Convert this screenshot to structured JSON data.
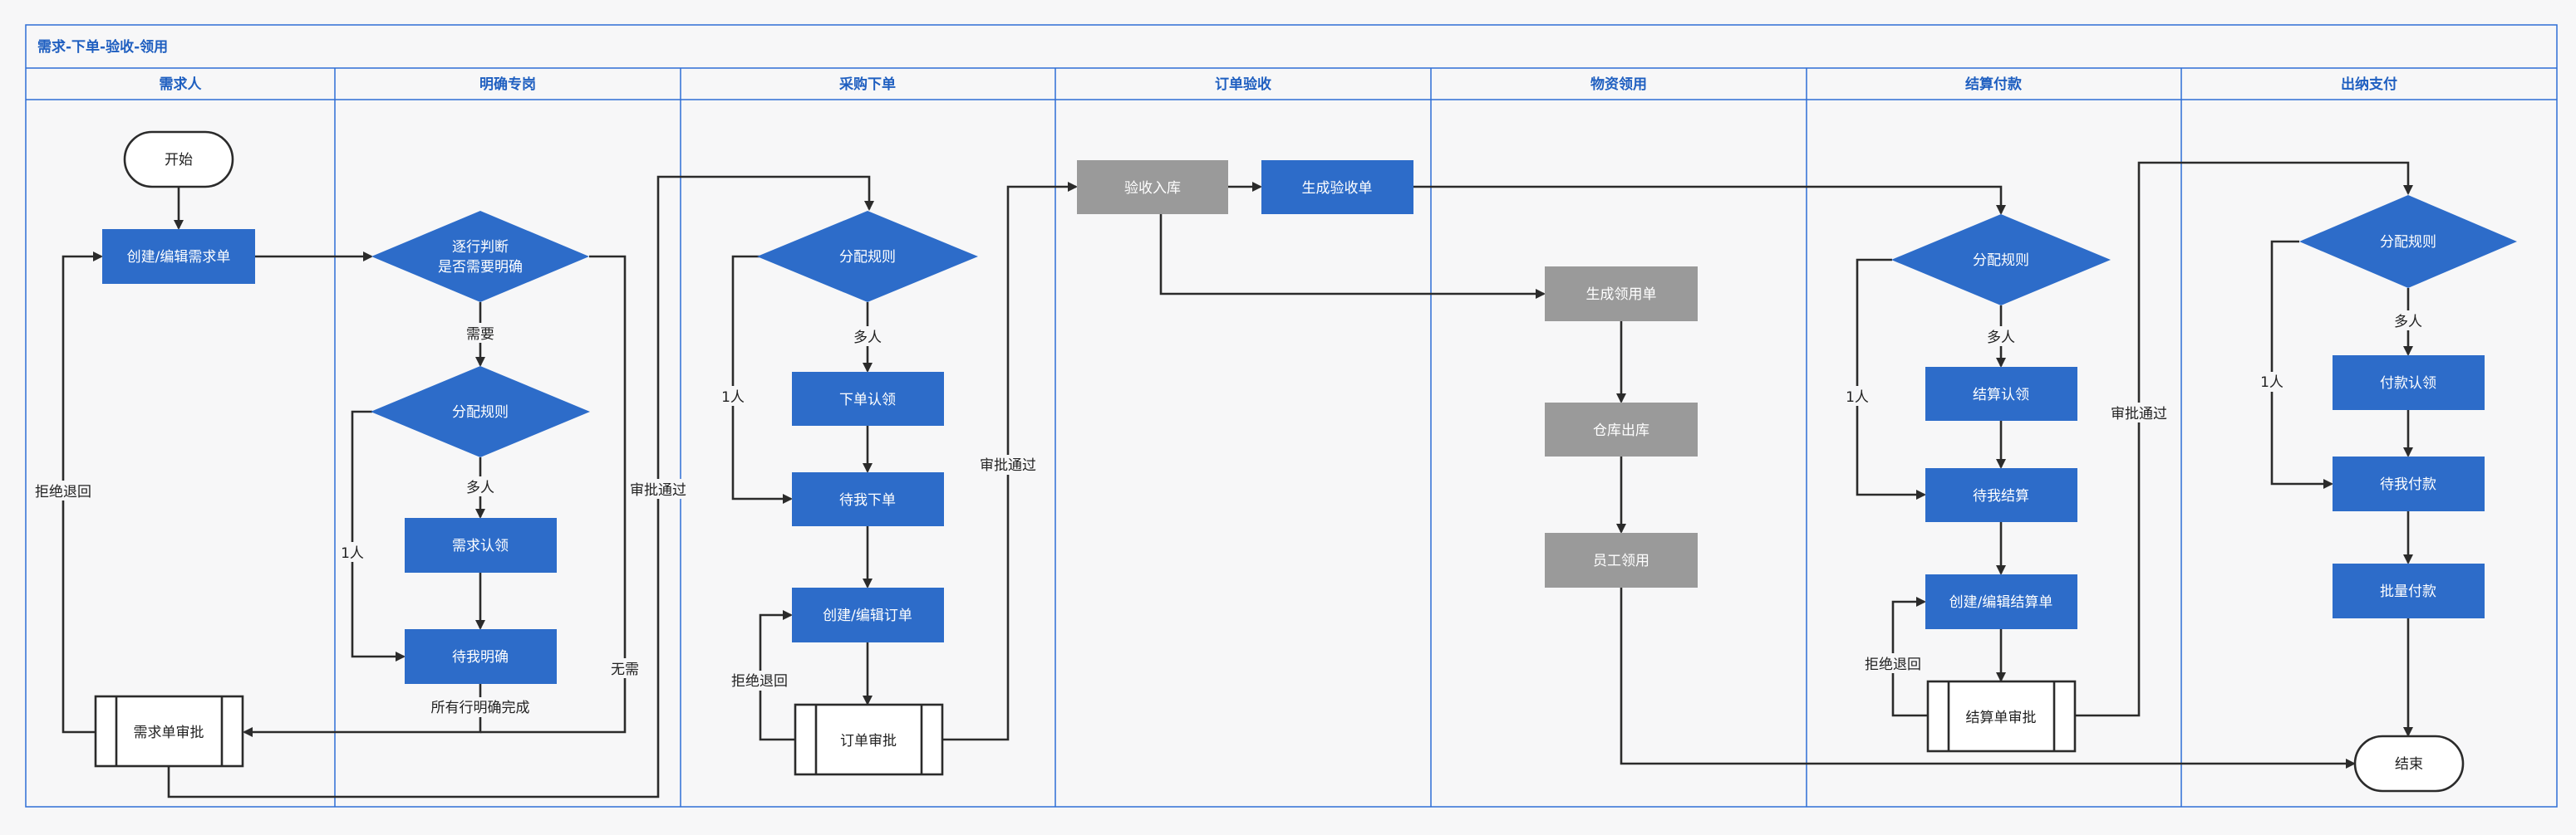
{
  "title": "需求-下单-验收-领用",
  "lanes": [
    {
      "id": "lane-requester",
      "label": "需求人"
    },
    {
      "id": "lane-clarify",
      "label": "明确专岗"
    },
    {
      "id": "lane-purchase",
      "label": "采购下单"
    },
    {
      "id": "lane-acceptance",
      "label": "订单验收"
    },
    {
      "id": "lane-material",
      "label": "物资领用"
    },
    {
      "id": "lane-settlement",
      "label": "结算付款"
    },
    {
      "id": "lane-cashier",
      "label": "出纳支付"
    }
  ],
  "nodes": {
    "start": {
      "label": "开始",
      "shape": "terminal"
    },
    "create_request": {
      "label": "创建/编辑需求单",
      "shape": "process-blue"
    },
    "judge_lines": {
      "label": [
        "逐行判断",
        "是否需要明确"
      ],
      "shape": "decision"
    },
    "assign_rule_clarify": {
      "label": "分配规则",
      "shape": "decision"
    },
    "claim_request": {
      "label": "需求认领",
      "shape": "process-blue"
    },
    "pending_clarify": {
      "label": "待我明确",
      "shape": "process-blue"
    },
    "request_approval": {
      "label": "需求单审批",
      "shape": "subprocess"
    },
    "assign_rule_purchase": {
      "label": "分配规则",
      "shape": "decision"
    },
    "claim_order": {
      "label": "下单认领",
      "shape": "process-blue"
    },
    "pending_order": {
      "label": "待我下单",
      "shape": "process-blue"
    },
    "create_order": {
      "label": "创建/编辑订单",
      "shape": "process-blue"
    },
    "order_approval": {
      "label": "订单审批",
      "shape": "subprocess"
    },
    "acceptance_in": {
      "label": "验收入库",
      "shape": "process-gray"
    },
    "gen_acceptance": {
      "label": "生成验收单",
      "shape": "process-blue"
    },
    "gen_requisition": {
      "label": "生成领用单",
      "shape": "process-gray"
    },
    "warehouse_out": {
      "label": "仓库出库",
      "shape": "process-gray"
    },
    "employee_use": {
      "label": "员工领用",
      "shape": "process-gray"
    },
    "assign_rule_settle": {
      "label": "分配规则",
      "shape": "decision"
    },
    "claim_settle": {
      "label": "结算认领",
      "shape": "process-blue"
    },
    "pending_settle": {
      "label": "待我结算",
      "shape": "process-blue"
    },
    "create_settle": {
      "label": "创建/编辑结算单",
      "shape": "process-blue"
    },
    "settle_approval": {
      "label": "结算单审批",
      "shape": "subprocess"
    },
    "assign_rule_pay": {
      "label": "分配规则",
      "shape": "decision"
    },
    "claim_pay": {
      "label": "付款认领",
      "shape": "process-blue"
    },
    "pending_pay": {
      "label": "待我付款",
      "shape": "process-blue"
    },
    "batch_pay": {
      "label": "批量付款",
      "shape": "process-blue"
    },
    "end": {
      "label": "结束",
      "shape": "terminal"
    }
  },
  "edge_labels": {
    "need": "需要",
    "multi_1": "多人",
    "one_1": "1人",
    "no_need": "无需",
    "all_done": "所有行明确完成",
    "reject_1": "拒绝退回",
    "approved_1": "审批通过",
    "multi_2": "多人",
    "one_2": "1人",
    "reject_2": "拒绝退回",
    "approved_2": "审批通过",
    "multi_3": "多人",
    "one_3": "1人",
    "reject_3": "拒绝退回",
    "approved_3": "审批通过",
    "multi_4": "多人",
    "one_4": "1人"
  },
  "colors": {
    "lane_border": "#2f6fd6",
    "blue_node": "#2d6cc9",
    "gray_node": "#9a9a9a",
    "edge": "#2b2b2b",
    "title_text": "#1f5fc0"
  }
}
